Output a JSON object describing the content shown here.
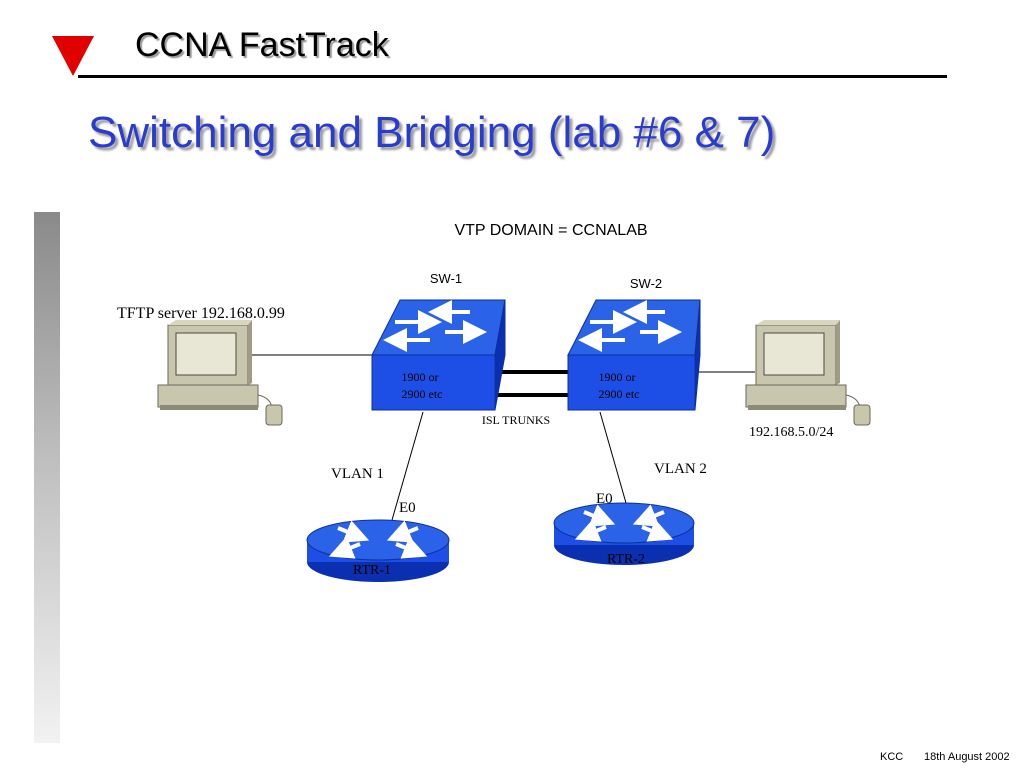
{
  "header": {
    "title": "CCNA FastTrack",
    "accent_color": "#e00000",
    "icon": "down-triangle-icon"
  },
  "slide": {
    "title": "Switching and Bridging (lab #6 & 7)",
    "title_color": "#2a3ccf"
  },
  "diagram": {
    "vtp_domain": "VTP DOMAIN = CCNALAB",
    "switches": [
      {
        "name": "SW-1",
        "model_line1": "1900 or",
        "model_line2": "2900 etc"
      },
      {
        "name": "SW-2",
        "model_line1": "1900 or",
        "model_line2": "2900 etc"
      }
    ],
    "routers": [
      {
        "name": "RTR-1",
        "interface": "E0",
        "vlan": "VLAN 1"
      },
      {
        "name": "RTR-2",
        "interface": "E0",
        "vlan": "VLAN 2"
      }
    ],
    "hosts": [
      {
        "label": "TFTP server 192.168.0.99"
      },
      {
        "label": "192.168.5.0/24"
      }
    ],
    "trunk_label": "ISL TRUNKS",
    "device_color": "#1d4fe6"
  },
  "footer": {
    "author": "KCC",
    "date": "18th August 2002"
  }
}
